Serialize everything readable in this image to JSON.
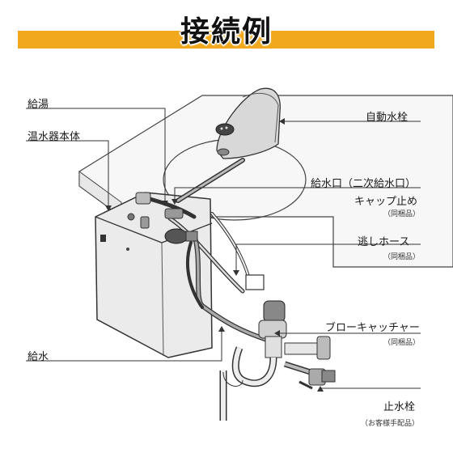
{
  "title": "接続例",
  "labels": {
    "kyuto": "給湯",
    "onsuiki": "温水器本体",
    "jidosuisen": "自動水栓",
    "kyusuiguchi": "給水口（二次給水口）",
    "cap": "キャップ止め",
    "cap_note": "（同梱品）",
    "nigashi": "逃しホース",
    "nigashi_note": "（同梱品）",
    "blow": "ブローキャッチャー",
    "blow_note": "（同梱品）",
    "kyusui": "給水",
    "tomesuisen": "止水栓",
    "tomesuisen_note": "（お客様手配品）"
  },
  "colors": {
    "accent": "#f2a81d",
    "line": "#333333",
    "pipe": "#9a9a9a"
  }
}
